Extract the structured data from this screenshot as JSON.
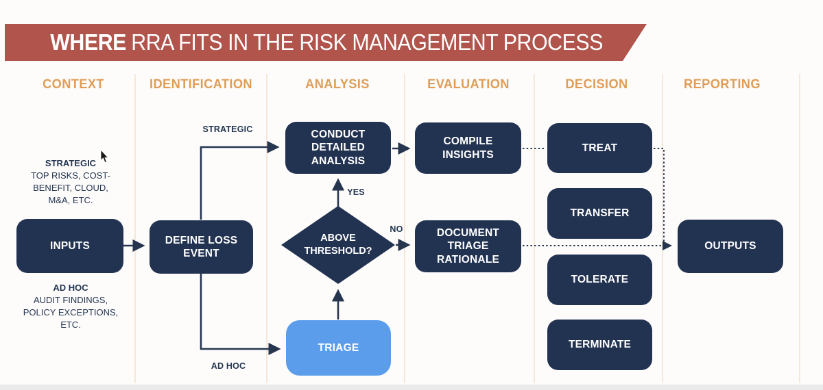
{
  "banner": {
    "title_bold": "WHERE",
    "title_rest": "RRA FITS IN THE RISK MANAGEMENT PROCESS"
  },
  "columns": [
    {
      "label": "CONTEXT"
    },
    {
      "label": "IDENTIFICATION"
    },
    {
      "label": "ANALYSIS"
    },
    {
      "label": "EVALUATION"
    },
    {
      "label": "DECISION"
    },
    {
      "label": "REPORTING"
    }
  ],
  "context_notes": {
    "strategic_heading": "STRATEGIC",
    "strategic_lines": [
      "TOP RISKS, COST-",
      "BENEFIT, CLOUD,",
      "M&A, ETC."
    ],
    "adhoc_heading": "AD HOC",
    "adhoc_lines": [
      "AUDIT FINDINGS,",
      "POLICY EXCEPTIONS,",
      "ETC."
    ]
  },
  "nodes": {
    "inputs": "INPUTS",
    "define_loss_event": "DEFINE LOSS EVENT",
    "conduct_detailed_analysis": "CONDUCT DETAILED ANALYSIS",
    "above_threshold": "ABOVE THRESHOLD?",
    "triage": "TRIAGE",
    "compile_insights": "COMPILE INSIGHTS",
    "document_triage_rationale": "DOCUMENT TRIAGE RATIONALE",
    "treat": "TREAT",
    "transfer": "TRANSFER",
    "tolerate": "TOLERATE",
    "terminate": "TERMINATE",
    "outputs": "OUTPUTS"
  },
  "edge_labels": {
    "strategic": "STRATEGIC",
    "ad_hoc": "AD HOC",
    "yes": "YES",
    "no": "NO"
  },
  "colors": {
    "banner_bg": "#b0544c",
    "node_bg": "#223251",
    "triage_bg": "#5b9ceb",
    "header_text": "#e09d57",
    "separator": "#f6e7d7",
    "connector": "#27364f"
  }
}
